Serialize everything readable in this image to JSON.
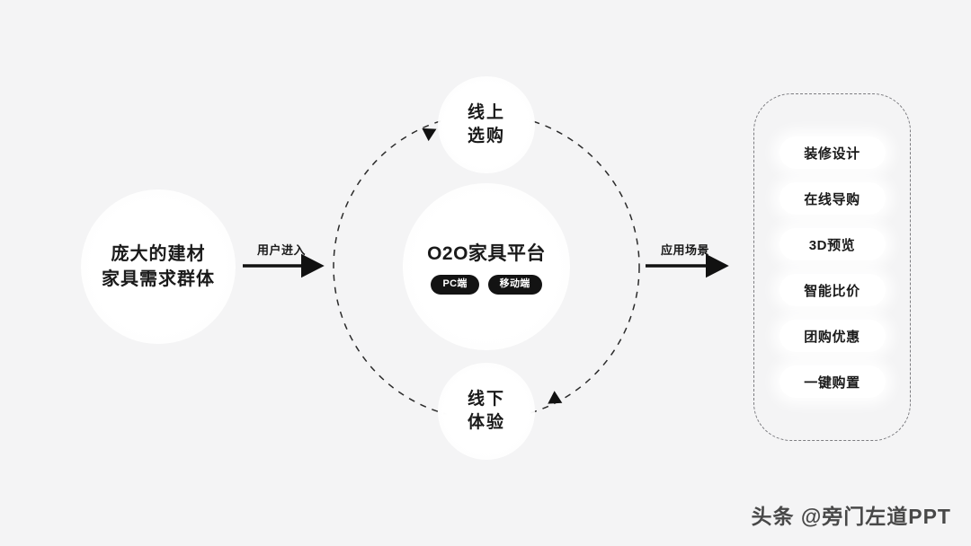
{
  "canvas": {
    "background_color": "#f4f4f5",
    "ink_color": "#1a1a1a"
  },
  "audience": {
    "name": "audience-circle",
    "lines": [
      "庞大的建材",
      "家具需求群体"
    ]
  },
  "flow_arrows": [
    {
      "name": "arrow-user-enter",
      "label": "用户进入"
    },
    {
      "name": "arrow-application-scenario",
      "label": "应用场景"
    }
  ],
  "cycle": {
    "center_title": "O2O家具平台",
    "badges": [
      "PC端",
      "移动端"
    ],
    "online": {
      "lines": [
        "线上",
        "选购"
      ]
    },
    "offline": {
      "lines": [
        "线下",
        "体验"
      ]
    }
  },
  "scenario_panel": {
    "chips": [
      "装修设计",
      "在线导购",
      "3D预览",
      "智能比价",
      "团购优惠",
      "一键购置"
    ]
  },
  "watermark": {
    "text": "头条 @旁门左道PPT"
  }
}
